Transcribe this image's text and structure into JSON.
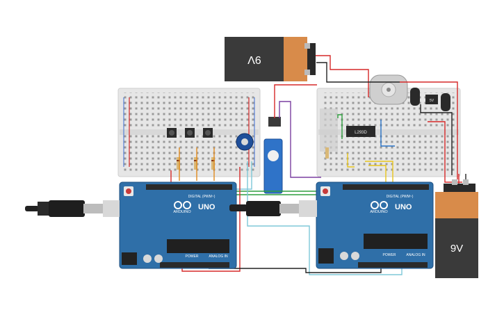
{
  "battery_left": {
    "label": "9V"
  },
  "battery_right": {
    "label": "9V"
  },
  "arduino_left": {
    "brand": "ARDUINO",
    "model": "UNO",
    "digital_label": "DIGITAL (PWM~)",
    "power_label": "POWER",
    "analog_label": "ANALOG IN"
  },
  "arduino_right": {
    "brand": "ARDUINO",
    "model": "UNO",
    "digital_label": "DIGITAL (PWM~)",
    "power_label": "POWER",
    "analog_label": "ANALOG IN"
  },
  "motor_driver": {
    "label": "L293D"
  },
  "regulator": {
    "label": "5V"
  },
  "colors": {
    "board_blue": "#2f6fa8",
    "battery_black": "#3a3a3a",
    "battery_copper": "#d88b4a",
    "wire_red": "#d62828",
    "wire_black": "#222222",
    "wire_green": "#2e9e3e",
    "wire_yellow": "#e8c51c",
    "wire_orange": "#e08a1e",
    "wire_cyan": "#7ec8d8",
    "wire_purple": "#7a3fa0",
    "wire_blue": "#2a74c8"
  }
}
